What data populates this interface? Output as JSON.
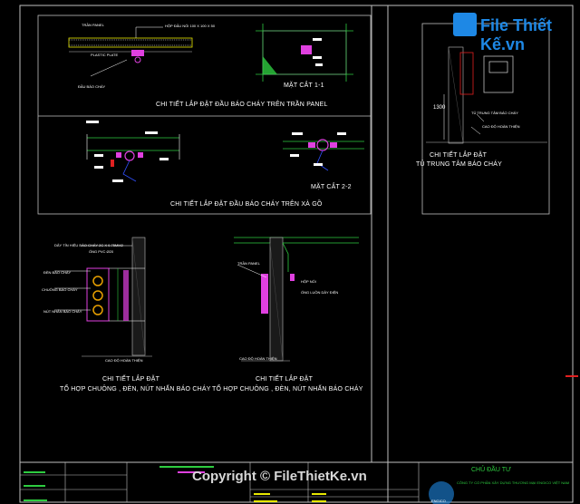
{
  "colors": {
    "background": "#000000",
    "frame": "#bfbfbf",
    "white": "#ffffff",
    "magenta": "#e040e0",
    "green": "#2ecc40",
    "yellow": "#e8e800",
    "red": "#e02020",
    "blue": "#3050ff",
    "logo_blue": "#1e88e5"
  },
  "watermark": {
    "logo_text": "File Thiết Kế.vn",
    "copyright": "Copyright © FileThietKe.vn"
  },
  "captions": {
    "panel_ceiling": "CHI TIẾT LẮP ĐẶT ĐẦU BÁO CHÁY TRÊN TRẦN PANEL",
    "section_1_1": "MẶT CẮT 1-1",
    "wood_ceiling": "CHI TIẾT LẮP ĐẶT ĐẦU BÁO CHÁY TRÊN XÀ GỒ",
    "section_2_2": "MẶT CẮT 2-2",
    "center_line1": "CHI TIẾT LẮP ĐẶT",
    "center_line2": "TỦ TRUNG TÂM BÁO CHÁY",
    "combo_left_line1": "CHI TIẾT LẮP ĐẶT",
    "combo_left_line2": "TỔ HỢP CHUÔNG , ĐÈN, NÚT NHẤN BÁO CHÁY",
    "combo_right_line1": "CHI TIẾT LẮP ĐẶT",
    "combo_right_line2": "TỔ HỢP CHUÔNG , ĐÈN, NÚT NHẤN BÁO CHÁY"
  },
  "labels": {
    "panel_top": "TRẦN PANEL",
    "detector_spec": "HỘP ĐẤU NỐI 100 X 100 X 50",
    "plastic_plate": "PLASTIC PLATE",
    "detector_base": "ĐẦU BÁO CHÁY",
    "dim_1300": "1300",
    "center_cabinet": "TỦ TRUNG TÂM BÁO CHÁY",
    "finished_floor": "CAO ĐỘ HOÀN THIỆN",
    "wire_spec": "DÂY TÍN HIỆU BÁO CHÁY 2C X 0.75MM2",
    "conduit_spec": "ỐNG PVC Ø20",
    "alarm_light": "ĐÈN BÁO CHÁY",
    "alarm_bell": "CHUÔNG BÁO CHÁY",
    "push_button": "NÚT NHẤN BÁO CHÁY",
    "floor_left": "CAO ĐỘ HOÀN THIỆN",
    "panel_right": "TRẦN PANEL",
    "junction_box": "HỘP NỐI",
    "conduit_right": "ỐNG LUỒN DÂY ĐIỆN",
    "floor_right": "CAO ĐỘ HOÀN THIỆN"
  },
  "title_block": {
    "owner_label": "CHỦ ĐẦU TƯ",
    "company": "CÔNG TY CỔ PHẦN XÂY DỰNG THƯƠNG MẠI ENGICO VIỆT NAM",
    "logo": "ENGICO"
  }
}
